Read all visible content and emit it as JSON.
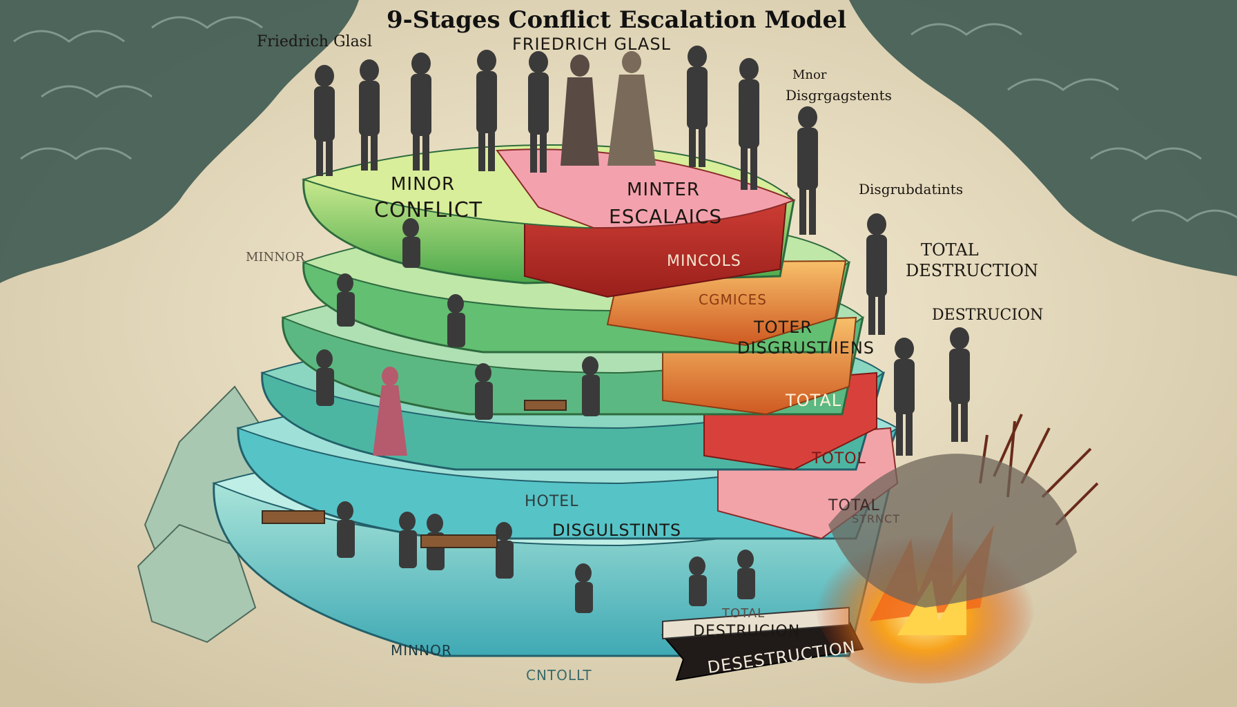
{
  "title": "9-Stages Conflict Escalation Model",
  "author_labels": [
    "Friedrich Glasl",
    "FRIEDRICH GLASL"
  ],
  "side_labels": {
    "top_right_1": "Mnor",
    "top_right_2": "Disgrgagstents",
    "right_upper": "Disgrubdatints",
    "right_mid_1": "TOTAL",
    "right_mid_2": "DESTRUCTION",
    "right_lower": "DESTRUCION",
    "left": "MINNOR"
  },
  "tier_labels": {
    "t1_line1": "MINOR",
    "t1_line2": "CONFLICT",
    "t2_line1": "MINTER",
    "t2_line2": "ESCALAICS",
    "t3": "MINCOLS",
    "t4": "CGMICES",
    "t5_line1": "TOTER",
    "t5_line2": "DISGRUSTIIENS",
    "t6": "TOTAL",
    "t7": "TOTOL",
    "t8_line1": "HOTEL",
    "t8_line2": "DISGULSTINTS",
    "t9_line1": "TOTAL",
    "t9_line2": "STRNCT",
    "t10_line1": "TOTAL",
    "t10_line2": "DESTRUCION",
    "base_1": "MINNOR",
    "base_2": "CNTOLLT",
    "arrow": "DESESTRUCTION"
  },
  "colors": {
    "sky": "#efe3c6",
    "cloud": "#3e5a52",
    "green_tier": "#8ccf6a",
    "pink_tier": "#e9697a",
    "red_tier": "#c2302a",
    "orange_tier": "#e9843a",
    "teal_tier": "#5bc6c0",
    "fire": "#f2a21f",
    "ink": "#1b1712"
  }
}
